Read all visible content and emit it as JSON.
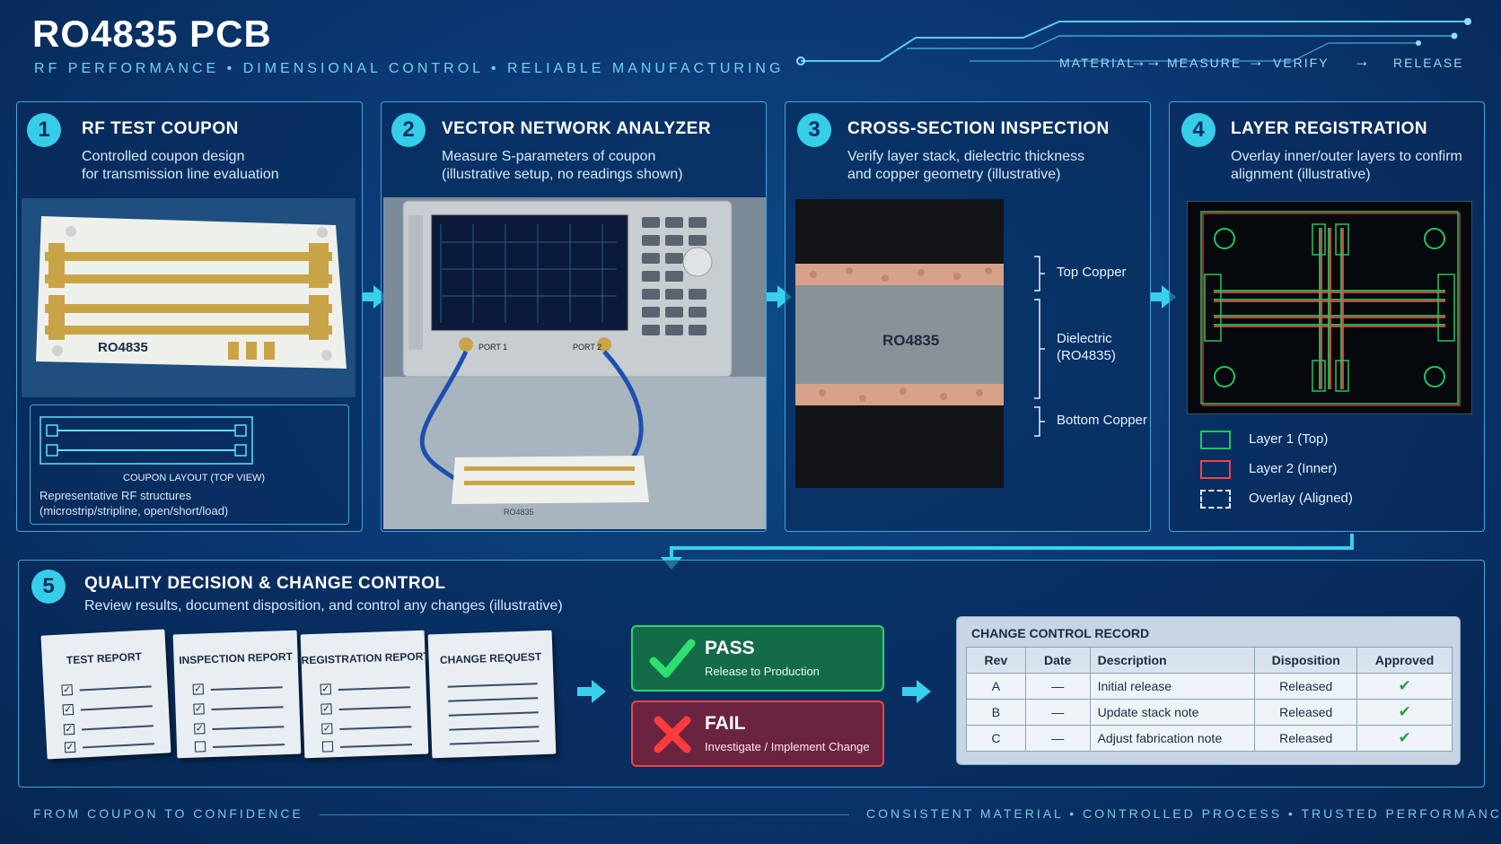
{
  "header": {
    "title": "RO4835 PCB",
    "subtitle": "RF PERFORMANCE  •  DIMENSIONAL CONTROL  •  RELIABLE MANUFACTURING",
    "flow": [
      "MATERIAL",
      "MEASURE",
      "VERIFY",
      "RELEASE"
    ]
  },
  "panels": [
    {
      "num": "1",
      "title": "RF TEST COUPON",
      "desc1": "Controlled coupon design",
      "desc2": "for transmission line evaluation",
      "coupon_label": "RO4835",
      "layout_caption": "COUPON LAYOUT (TOP VIEW)",
      "layout_desc1": "Representative RF structures",
      "layout_desc2": "(microstrip/stripline, open/short/load)"
    },
    {
      "num": "2",
      "title": "VECTOR NETWORK ANALYZER",
      "desc1": "Measure S-parameters of coupon",
      "desc2": "(illustrative setup, no readings shown)",
      "port1": "PORT 1",
      "port2": "PORT 2",
      "coupon_label": "RO4835"
    },
    {
      "num": "3",
      "title": "CROSS-SECTION INSPECTION",
      "desc1": "Verify layer stack, dielectric thickness",
      "desc2": "and copper geometry (illustrative)",
      "center_label": "RO4835",
      "top_copper": "Top Copper",
      "dielectric1": "Dielectric",
      "dielectric2": "(RO4835)",
      "bottom_copper": "Bottom Copper"
    },
    {
      "num": "4",
      "title": "LAYER REGISTRATION",
      "desc1": "Overlay inner/outer layers to confirm",
      "desc2": "alignment (illustrative)",
      "legend": [
        "Layer 1 (Top)",
        "Layer 2 (Inner)",
        "Overlay (Aligned)"
      ]
    }
  ],
  "decision": {
    "num": "5",
    "title": "QUALITY DECISION & CHANGE CONTROL",
    "desc": "Review results, document disposition, and control any changes (illustrative)",
    "docs": [
      "TEST REPORT",
      "INSPECTION REPORT",
      "REGISTRATION REPORT",
      "CHANGE REQUEST"
    ],
    "pass_title": "PASS",
    "pass_desc": "Release to Production",
    "fail_title": "FAIL",
    "fail_desc": "Investigate / Implement Change",
    "record_title": "CHANGE CONTROL RECORD",
    "columns": [
      "Rev",
      "Date",
      "Description",
      "Disposition",
      "Approved"
    ],
    "rows": [
      [
        "A",
        "—",
        "Initial release",
        "Released",
        "✔"
      ],
      [
        "B",
        "—",
        "Update stack note",
        "Released",
        "✔"
      ],
      [
        "C",
        "—",
        "Adjust fabrication note",
        "Released",
        "✔"
      ]
    ]
  },
  "footer": {
    "left": "FROM  COUPON  TO  CONFIDENCE",
    "right": "CONSISTENT MATERIAL  •  CONTROLLED PROCESS  •  TRUSTED PERFORMANCE"
  },
  "colors": {
    "accent": "#39d0ee",
    "pass": "#22c55e",
    "fail": "#ef4444",
    "background": "#0a3670"
  }
}
